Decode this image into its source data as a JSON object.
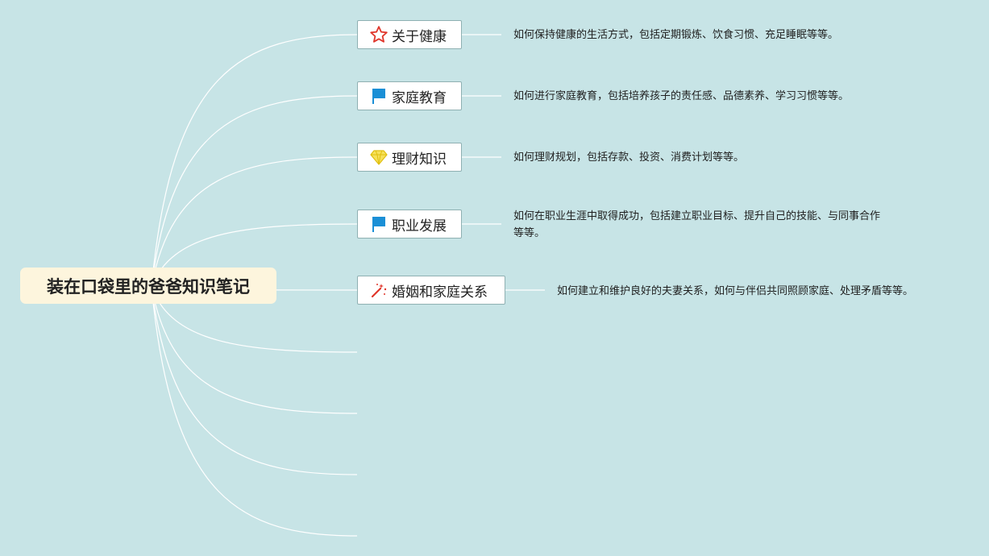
{
  "root": {
    "title": "装在口袋里的爸爸知识笔记"
  },
  "topics": [
    {
      "label": "关于健康",
      "icon": "star-icon",
      "description_lines": [
        "如何保持健康的生活方式，包括定期锻炼、饮食习惯、充足睡眠等等。"
      ]
    },
    {
      "label": "家庭教育",
      "icon": "flag-icon",
      "description_lines": [
        "如何进行家庭教育，包括培养孩子的责任感、品德素养、学习习惯等等。"
      ]
    },
    {
      "label": "理财知识",
      "icon": "diamond-icon",
      "description_lines": [
        "如何理财规划，包括存款、投资、消费计划等等。"
      ]
    },
    {
      "label": "职业发展",
      "icon": "flag-icon",
      "description_lines": [
        "如何在职业生涯中取得成功，包括建立职业目标、提升自己的技能、与同事合作",
        "等等。"
      ]
    },
    {
      "label": "婚姻和家庭关系",
      "icon": "magic-wand-icon",
      "description_lines": [
        "如何建立和维护良好的夫妻关系，如何与伴侣共同照顾家庭、处理矛盾等等。"
      ]
    }
  ],
  "colors": {
    "background": "#c7e4e6",
    "root_fill": "#fdf5dd",
    "topic_border": "#8fb0b2",
    "connector": "#ffffff",
    "star": "#e0362b",
    "flag": "#1a8fd6",
    "diamond": "#f2d21c",
    "wand": "#e0362b"
  }
}
